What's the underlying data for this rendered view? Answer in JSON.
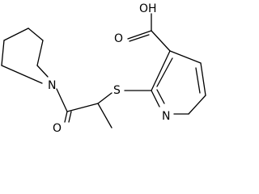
{
  "molecule": {
    "atom_labels": {
      "hydroxyl": "OH",
      "carbonyl_oxygen_acid": "O",
      "ring_nitrogen": "N",
      "thioether_sulfur": "S",
      "piperidine_nitrogen": "N",
      "amide_oxygen": "O"
    }
  },
  "colors": {
    "bond": "#000000",
    "label": "#000000",
    "background": "#ffffff"
  }
}
